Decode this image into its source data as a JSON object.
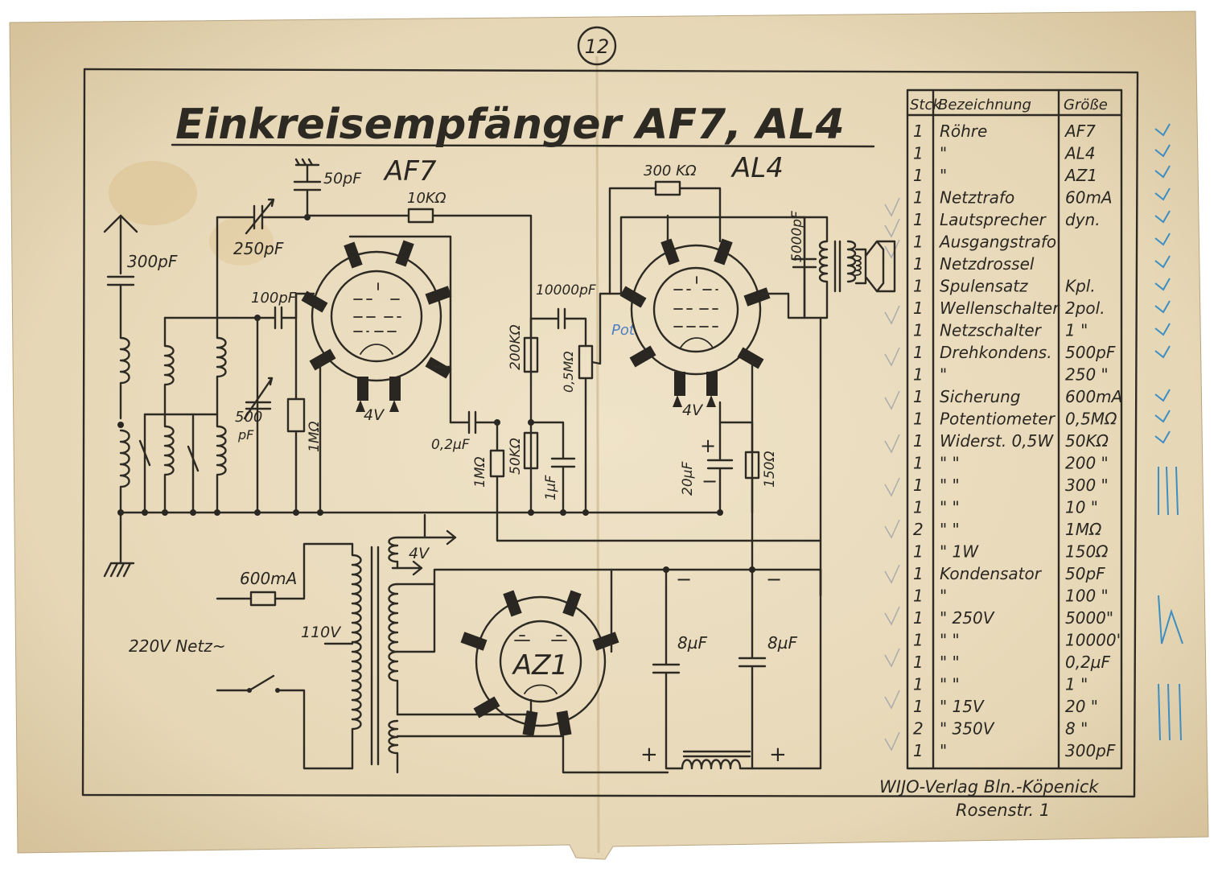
{
  "page_number": "12",
  "title": "Einkreisempfänger AF7, AL4",
  "tube_labels": {
    "af7": "AF7",
    "al4": "AL4",
    "az1": "AZ1"
  },
  "component_labels": {
    "c_antenna": "300pF",
    "c_grid_top": "50pF",
    "c_tuning": "250pF",
    "c_grid": "100pF",
    "c_trim": "500",
    "c_trim_unit": "pF",
    "r_grid": "1MΩ",
    "r_anode_af7": "10KΩ",
    "c_coupling": "0,2µF",
    "c_af7_out": "10000pF",
    "r_200k": "200KΩ",
    "pot": "0,5MΩ",
    "pot_handwritten": "Pot.",
    "r_1m_b": "1MΩ",
    "r_50k": "50KΩ",
    "c_1uf": "1µF",
    "r_al4_fb": "300 KΩ",
    "c_5000": "5000pF",
    "c_20uf": "20µF",
    "r_150": "150Ω",
    "heater_af7": "4V",
    "heater_al4": "4V",
    "heater_trafo": "4V",
    "fuse": "600mA",
    "mains": "220V Netz~",
    "tap_110": "110V",
    "c_filter_1": "8µF",
    "c_filter_2": "8µF",
    "plus": "+",
    "minus": "−"
  },
  "parts_table": {
    "headers": [
      "Stck",
      "Bezeichnung",
      "Größe"
    ],
    "rows": [
      [
        "1",
        "Röhre",
        "AF7"
      ],
      [
        "1",
        "\"",
        "AL4"
      ],
      [
        "1",
        "\"",
        "AZ1"
      ],
      [
        "1",
        "Netztrafo",
        "60mA"
      ],
      [
        "1",
        "Lautsprecher",
        "dyn."
      ],
      [
        "1",
        "Ausgangstrafo",
        ""
      ],
      [
        "1",
        "Netzdrossel",
        ""
      ],
      [
        "1",
        "Spulensatz",
        "Kpl."
      ],
      [
        "1",
        "Wellenschalter",
        "2pol."
      ],
      [
        "1",
        "Netzschalter",
        "1 \""
      ],
      [
        "1",
        "Drehkondens.",
        "500pF"
      ],
      [
        "1",
        "\"",
        "250 \""
      ],
      [
        "1",
        "Sicherung",
        "600mA"
      ],
      [
        "1",
        "Potentiometer",
        "0,5MΩ"
      ],
      [
        "1",
        "Widerst. 0,5W",
        "50KΩ"
      ],
      [
        "1",
        "\"      \"",
        "200 \""
      ],
      [
        "1",
        "\"      \"",
        "300 \""
      ],
      [
        "1",
        "\"      \"",
        "10 \""
      ],
      [
        "2",
        "\"      \"",
        "1MΩ"
      ],
      [
        "1",
        "\"   1W",
        "150Ω"
      ],
      [
        "1",
        "Kondensator",
        "50pF"
      ],
      [
        "1",
        "\"",
        "100 \""
      ],
      [
        "1",
        "\"  250V",
        "5000\""
      ],
      [
        "1",
        "\"      \"",
        "10000\""
      ],
      [
        "1",
        "\"      \"",
        "0,2µF"
      ],
      [
        "1",
        "\"      \"",
        "1 \""
      ],
      [
        "1",
        "\"   15V",
        "20 \""
      ],
      [
        "2",
        "\"  350V",
        "8 \""
      ],
      [
        "1",
        "\"",
        "300pF"
      ]
    ]
  },
  "publisher": "WIJO-Verlag Bln.-Köpenick",
  "publisher_address": "Rosenstr. 1",
  "colors": {
    "paper": "#e9dcc0",
    "paper_dark": "#d7c6a2",
    "ink": "#2d2a24",
    "pencil_blue": "#4f7fc4",
    "pencil_teal": "#2fa7a7"
  }
}
